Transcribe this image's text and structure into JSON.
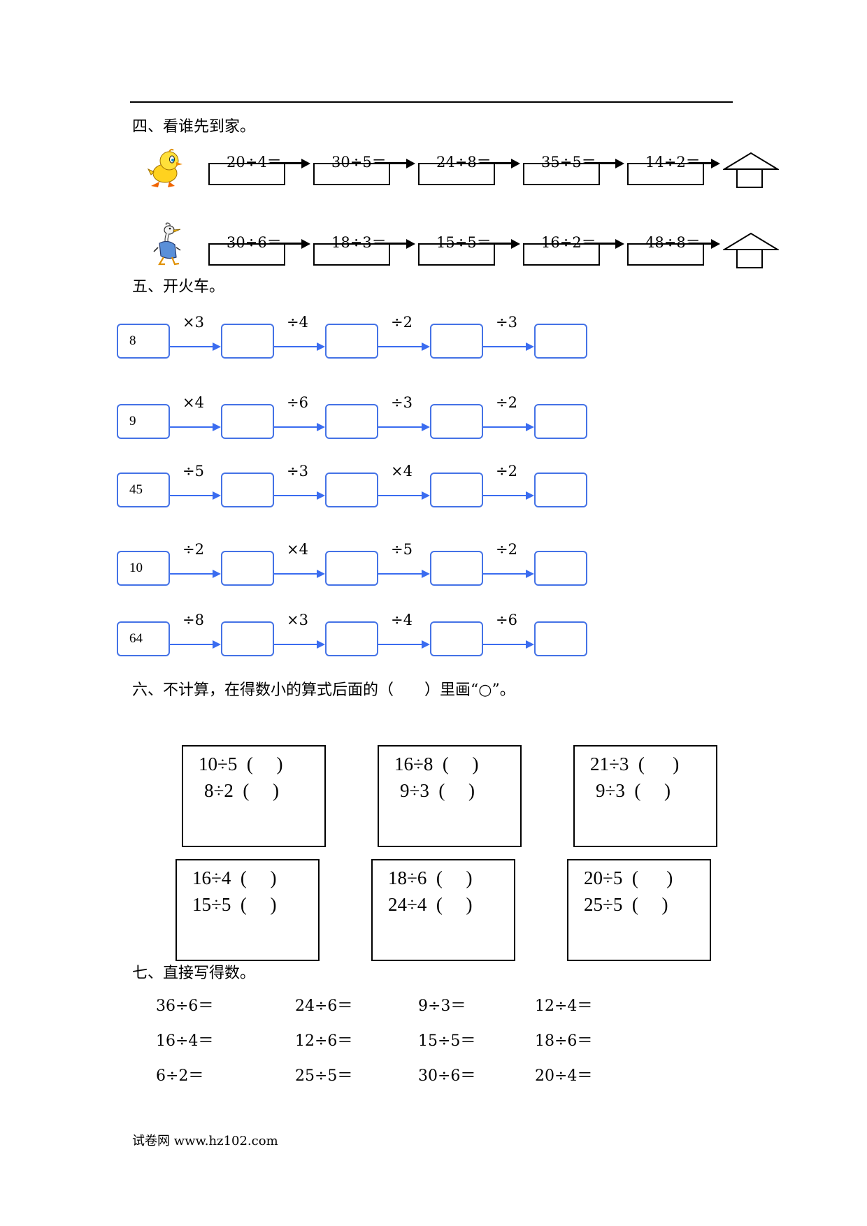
{
  "sections": {
    "s4": "四、看谁先到家。",
    "s5": "五、开火车。",
    "s6": "六、不计算，在得数小的算式后面的（　　）里画“○”。",
    "s7": "七、直接写得数。"
  },
  "race": [
    {
      "icon": "chick-icon",
      "items": [
        "20÷4＝",
        "30÷5＝",
        "24÷8＝",
        "35÷5＝",
        "14÷2＝"
      ]
    },
    {
      "icon": "goose-icon",
      "items": [
        "30÷6＝",
        "18÷3＝",
        "15÷5＝",
        "16÷2＝",
        "48÷8＝"
      ]
    }
  ],
  "train": [
    {
      "start": "8",
      "ops": [
        "×3",
        "÷4",
        "÷2",
        "÷3"
      ]
    },
    {
      "start": "9",
      "ops": [
        "×4",
        "÷6",
        "÷3",
        "÷2"
      ]
    },
    {
      "start": "45",
      "ops": [
        "÷5",
        "÷3",
        "×4",
        "÷2"
      ]
    },
    {
      "start": "10",
      "ops": [
        "÷2",
        "×4",
        "÷5",
        "÷2"
      ]
    },
    {
      "start": "64",
      "ops": [
        "÷8",
        "×3",
        "÷4",
        "÷6"
      ]
    }
  ],
  "compare": [
    {
      "line1": "10÷5  (     )",
      "line2": "8÷2  (     )"
    },
    {
      "line1": "16÷8  (     )",
      "line2": "9÷3  (     )"
    },
    {
      "line1": "21÷3  (      )",
      "line2": "9÷3  (     )"
    },
    {
      "line1": "16÷4  (     )",
      "line2": "15÷5  (     )"
    },
    {
      "line1": "18÷6  (     )",
      "line2": "24÷4  (     )"
    },
    {
      "line1": "20÷5  (      )",
      "line2": "25÷5  (     )"
    }
  ],
  "mental": [
    [
      "36÷6＝",
      "24÷6＝",
      "9÷3＝",
      "12÷4＝"
    ],
    [
      "16÷4＝",
      "12÷6＝",
      "15÷5＝",
      "18÷6＝"
    ],
    [
      "6÷2＝",
      "25÷5＝",
      "30÷6＝",
      "20÷4＝"
    ]
  ],
  "footer": "试卷网  www.hz102.com"
}
